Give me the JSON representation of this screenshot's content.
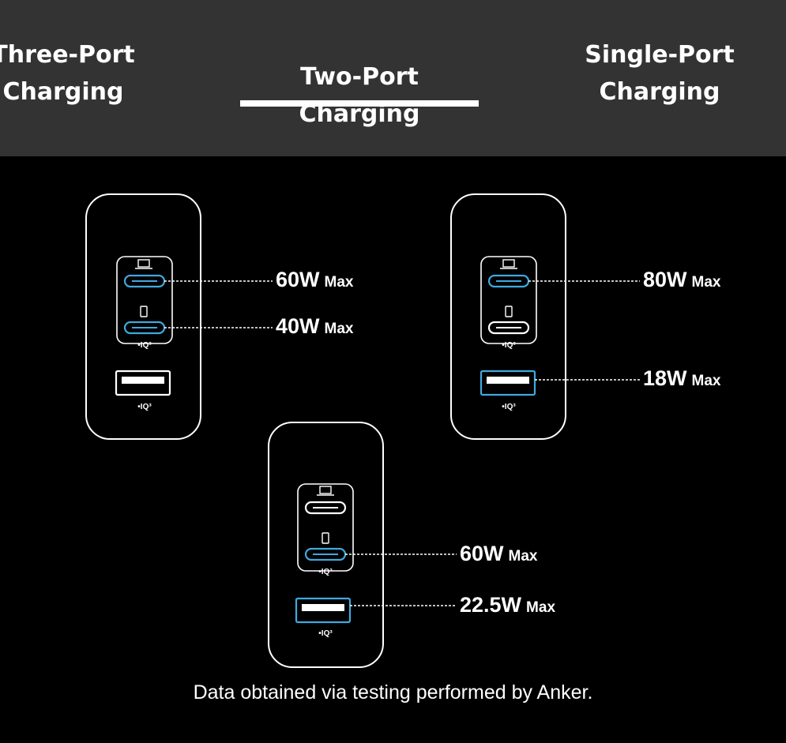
{
  "tabs": {
    "three": {
      "line1": "Three-Port",
      "line2": "Charging"
    },
    "two": {
      "label": "Two-Port Charging"
    },
    "single": {
      "line1": "Single-Port",
      "line2": "Charging"
    }
  },
  "charger_labels": {
    "left_c1": {
      "watt": "60W",
      "unit": "Max"
    },
    "left_c2": {
      "watt": "40W",
      "unit": "Max"
    },
    "right_c1": {
      "watt": "80W",
      "unit": "Max"
    },
    "right_a": {
      "watt": "18W",
      "unit": "Max"
    },
    "mid_c2": {
      "watt": "60W",
      "unit": "Max"
    },
    "mid_a": {
      "watt": "22.5W",
      "unit": "Max"
    }
  },
  "port_badge": "•IQ³",
  "footnote": "Data obtained via testing performed by Anker.",
  "colors": {
    "tab_bar": "#333333",
    "active_port": "#3fa9e0",
    "background": "#000000"
  },
  "icons": [
    "laptop-icon",
    "phone-icon",
    "usb-c-port-icon",
    "usb-a-port-icon"
  ]
}
